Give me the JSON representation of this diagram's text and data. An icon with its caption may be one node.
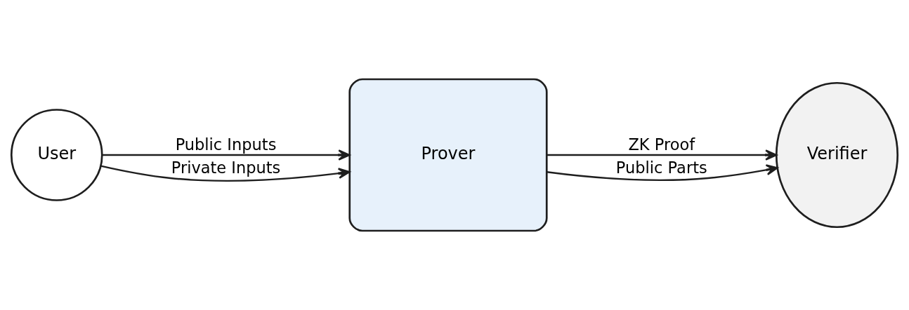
{
  "diagram": {
    "nodes": [
      {
        "text": [
          "User"
        ]
      },
      {
        "text": [
          "Prover"
        ]
      },
      {
        "text": [
          "Verifier"
        ]
      }
    ],
    "edges": [
      {
        "from": 0,
        "to": 1,
        "arrow": "to",
        "label": "Public Inputs"
      },
      {
        "from": 0,
        "to": 1,
        "arrow": "to",
        "label": "Private Inputs"
      },
      {
        "from": 1,
        "to": 2,
        "arrow": "to",
        "label": "ZK Proof"
      },
      {
        "from": 1,
        "to": 2,
        "arrow": "to",
        "label": "Public Parts"
      }
    ]
  }
}
